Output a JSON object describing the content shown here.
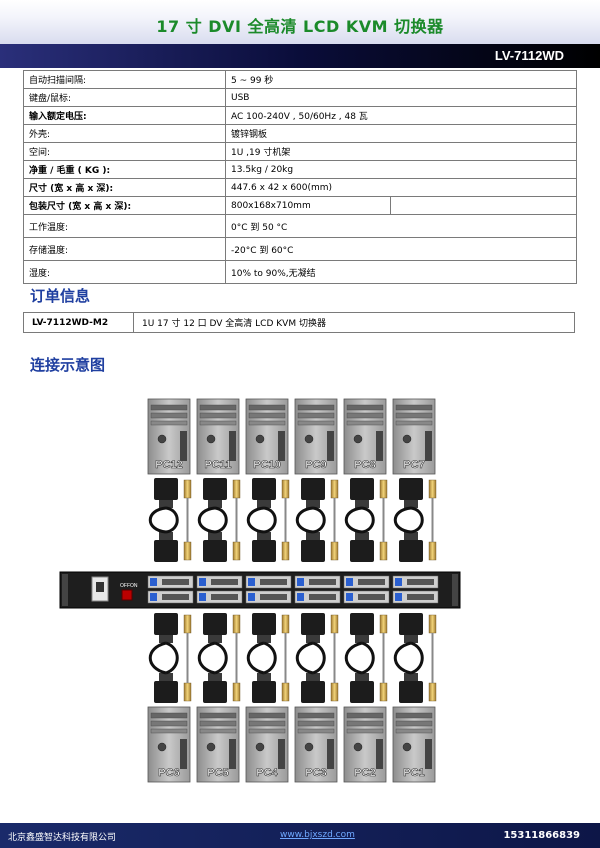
{
  "header": {
    "title": "17 寸 DVI 全高清 LCD KVM 切换器",
    "model": "LV-7112WD"
  },
  "specs": [
    {
      "label": "自动扫描间隔:",
      "value": "5 ~ 99 秒"
    },
    {
      "label": "键盘/鼠标:",
      "value": "USB"
    },
    {
      "label": "输入额定电压:",
      "value": "AC 100-240V , 50/60Hz , 48 瓦"
    },
    {
      "label": "外壳:",
      "value": "镀锌钢板"
    },
    {
      "label": "空间:",
      "value": "1U ,19 寸机架"
    },
    {
      "label": "净重 / 毛重 ( KG ):",
      "value": "13.5kg / 20kg"
    },
    {
      "label": "尺寸 (宽 x 高 x 深):",
      "value": "447.6 x 42 x 600(mm)"
    },
    {
      "label": "包装尺寸 (宽 x 高 x 深):",
      "value": "800x168x710mm"
    },
    {
      "label": "工作温度:",
      "value": "0°C 到 50 °C"
    },
    {
      "label": "存储温度:",
      "value": "-20°C 到 60°C"
    },
    {
      "label": "湿度:",
      "value": "10% to 90%,无凝结"
    }
  ],
  "ordering": {
    "heading": "订单信息",
    "model": "LV-7112WD-M2",
    "description": "1U 17 寸 12 口 DV 全高清 LCD KVM 切换器"
  },
  "diagram": {
    "heading": "连接示意图",
    "top_pcs": [
      "PC12",
      "PC11",
      "PC10",
      "PC9",
      "PC8",
      "PC7"
    ],
    "bottom_pcs": [
      "PC6",
      "PC5",
      "PC4",
      "PC3",
      "PC2",
      "PC1"
    ],
    "switch_labels": [
      "OFF",
      "ON"
    ]
  },
  "footer": {
    "company": "北京鑫盛智达科技有限公司",
    "website": "www.bjxszd.com",
    "phone": "15311866839"
  },
  "colors": {
    "title_green": "#1b8a2a",
    "section_blue": "#1f3fa0",
    "band_dark": "#0a0d3a",
    "footer_blue": "#1a2a6a"
  }
}
